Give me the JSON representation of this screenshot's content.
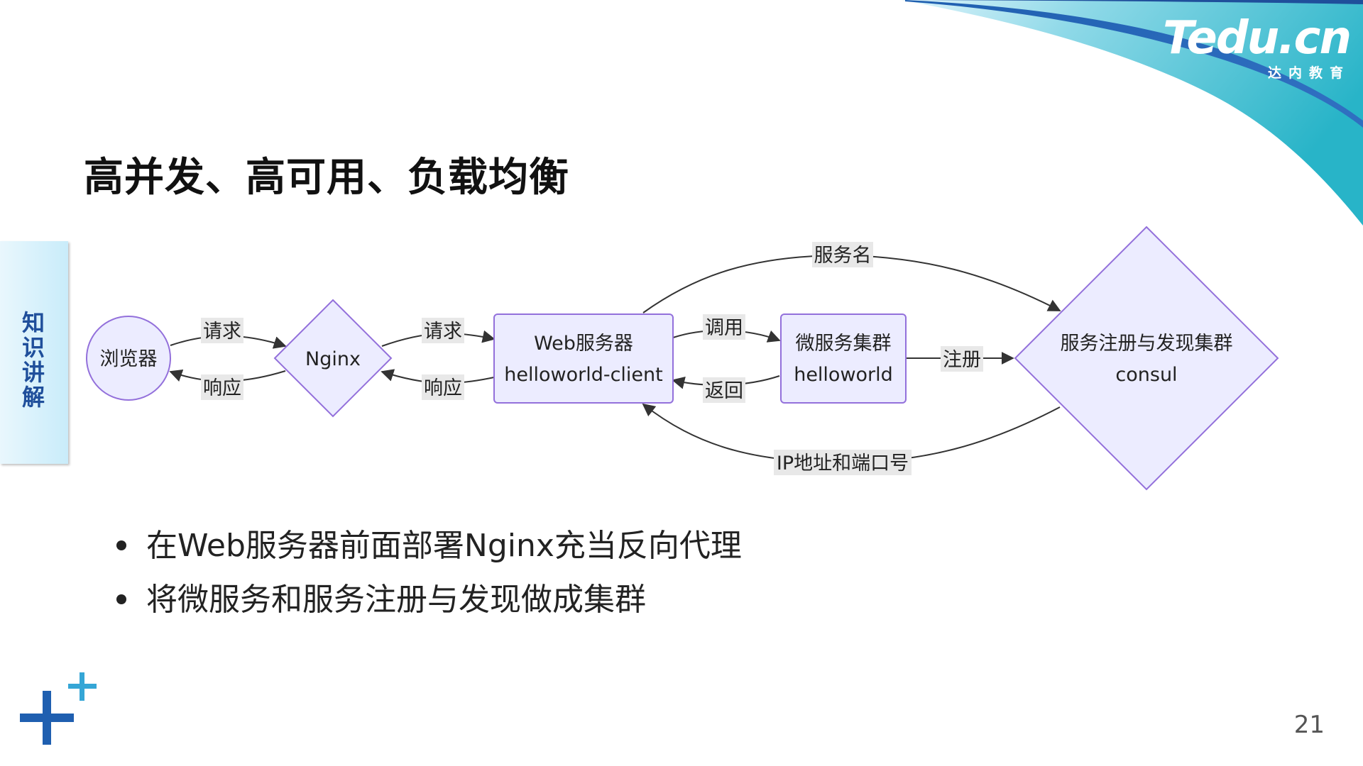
{
  "logo": {
    "main": "Tedu.cn",
    "sub": "达内教育"
  },
  "title": "高并发、高可用、负载均衡",
  "side_tab": "知识讲解",
  "diagram": {
    "nodes": {
      "browser": "浏览器",
      "nginx": "Nginx",
      "web_line1": "Web服务器",
      "web_line2": "helloworld-client",
      "micro_line1": "微服务集群",
      "micro_line2": "helloworld",
      "consul_line1": "服务注册与发现集群",
      "consul_line2": "consul"
    },
    "edges": {
      "browser_to_nginx": "请求",
      "nginx_to_browser": "响应",
      "nginx_to_web": "请求",
      "web_to_nginx": "响应",
      "web_to_micro": "调用",
      "micro_to_web": "返回",
      "micro_to_consul": "注册",
      "web_to_consul": "服务名",
      "consul_to_web": "IP地址和端口号"
    }
  },
  "bullets": [
    "在Web服务器前面部署Nginx充当反向代理",
    "将微服务和服务注册与发现做成集群"
  ],
  "page_number": "21",
  "colors": {
    "node_fill": "#ececff",
    "node_stroke": "#9370db",
    "edge": "#333333",
    "brand_teal": "#35b9cf",
    "brand_blue": "#1f4f9b",
    "label_bg": "#e8e8e8"
  }
}
